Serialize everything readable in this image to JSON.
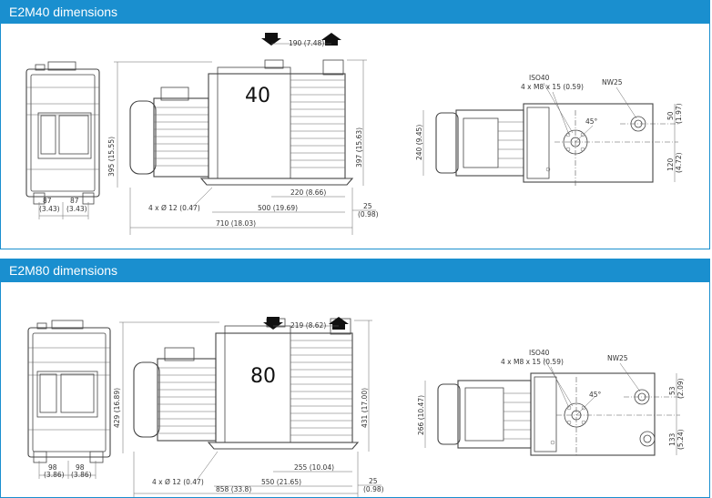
{
  "panels": [
    {
      "title": "E2M40 dimensions",
      "model_number": "40",
      "front": {
        "width_left": "87",
        "width_left_in": "(3.43)",
        "width_right": "87",
        "width_right_in": "(3.43)"
      },
      "side": {
        "port_spacing": "190 (7.48)",
        "height_left": "395 (15.55)",
        "height_right": "397 (15.63)",
        "foot_spacing": "220 (8.66)",
        "foot_length": "500 (19.69)",
        "overall_length": "710 (18.03)",
        "holes": "4 x Ø 12 (0.47)",
        "offset": "25",
        "offset_in": "(0.98)"
      },
      "top": {
        "flange": "ISO40",
        "bolts": "4 x M8 x 15 (0.59)",
        "exhaust": "NW25",
        "angle": "45°",
        "width": "240 (9.45)",
        "dim_a": "50",
        "dim_a_in": "(1.97)",
        "dim_b": "120",
        "dim_b_in": "(4.72)"
      }
    },
    {
      "title": "E2M80 dimensions",
      "model_number": "80",
      "front": {
        "width_left": "98",
        "width_left_in": "(3.86)",
        "width_right": "98",
        "width_right_in": "(3.86)"
      },
      "side": {
        "port_spacing": "219 (8.62)",
        "height_left": "429 (16.89)",
        "height_right": "431 (17.00)",
        "foot_spacing": "255 (10.04)",
        "foot_length": "550 (21.65)",
        "overall_length": "858 (33.8)",
        "holes": "4 x Ø 12 (0.47)",
        "offset": "25",
        "offset_in": "(0.98)"
      },
      "top": {
        "flange": "ISO40",
        "bolts": "4 x M8 x 15 (0.59)",
        "exhaust": "NW25",
        "angle": "45°",
        "width": "266 (10.47)",
        "dim_a": "53",
        "dim_a_in": "(2.09)",
        "dim_b": "133",
        "dim_b_in": "(5.24)"
      }
    }
  ]
}
